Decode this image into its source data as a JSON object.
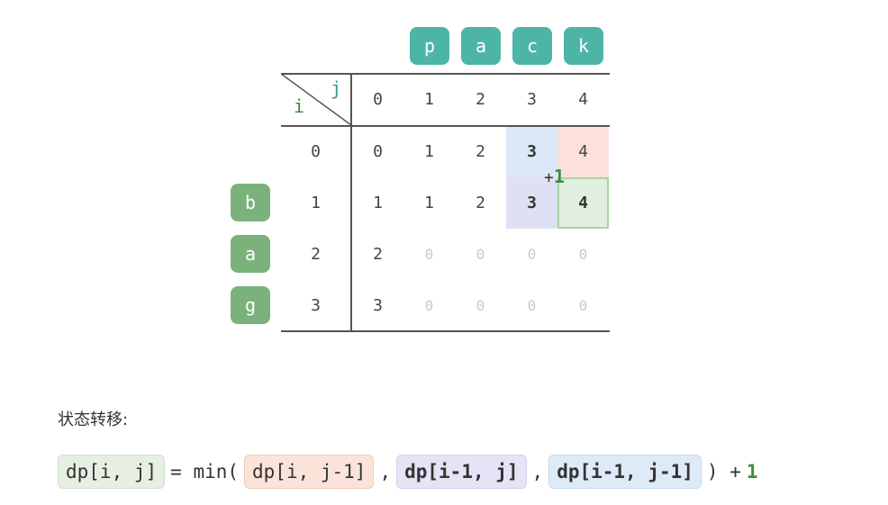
{
  "top_letters": [
    "p",
    "a",
    "c",
    "k"
  ],
  "side_letters": [
    "b",
    "a",
    "g"
  ],
  "corner": {
    "i": "i",
    "j": "j"
  },
  "col_headers": [
    "0",
    "1",
    "2",
    "3",
    "4"
  ],
  "row_headers": [
    "0",
    "1",
    "2",
    "3"
  ],
  "grid": [
    [
      "0",
      "1",
      "2",
      "3",
      "4"
    ],
    [
      "1",
      "1",
      "2",
      "3",
      "4"
    ],
    [
      "2",
      "0",
      "0",
      "0",
      "0"
    ],
    [
      "3",
      "0",
      "0",
      "0",
      "0"
    ]
  ],
  "plus_one": {
    "sign": "+",
    "value": "1"
  },
  "caption": "状态转移:",
  "formula": {
    "lhs": "dp[i, j]",
    "eq_min": "= min(",
    "term1": "dp[i, j-1]",
    "comma1": ",",
    "term2": "dp[i-1, j]",
    "comma2": ",",
    "term3": "dp[i-1, j-1]",
    "close_plus": ") +",
    "one": "1"
  },
  "colors": {
    "top_badge": "#4db5a5",
    "side_badge": "#7bb27b",
    "highlight_blue": "#dbe8f7",
    "highlight_red": "#fbe1da",
    "highlight_purple": "#e0e0f5",
    "highlight_green": "#e2efe0"
  }
}
